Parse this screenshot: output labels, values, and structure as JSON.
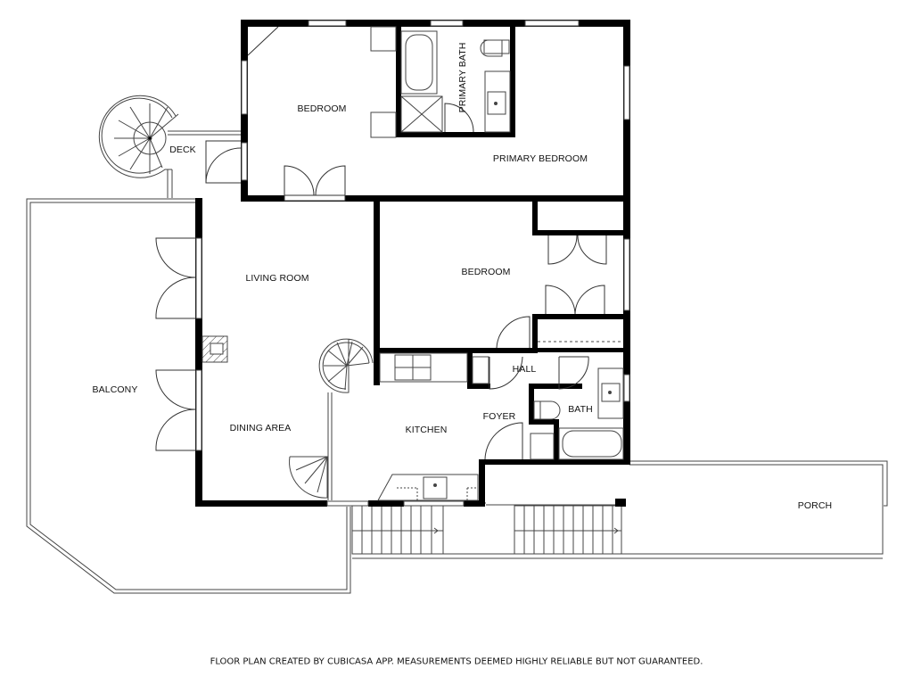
{
  "plan": {
    "rooms": {
      "bedroom_upper": "BEDROOM",
      "primary_bath": "PRIMARY BATH",
      "primary_bedroom": "PRIMARY BEDROOM",
      "deck": "DECK",
      "living_room": "LIVING ROOM",
      "bedroom_middle": "BEDROOM",
      "hall": "HALL",
      "balcony": "BALCONY",
      "dining_area": "DINING AREA",
      "kitchen": "KITCHEN",
      "foyer": "FOYER",
      "bath": "BATH",
      "porch": "PORCH"
    },
    "footer": "FLOOR PLAN CREATED BY CUBICASA APP. MEASUREMENTS DEEMED HIGHLY RELIABLE BUT NOT GUARANTEED.",
    "colors": {
      "wall": "#000000",
      "line": "#333333",
      "background": "#ffffff"
    }
  }
}
